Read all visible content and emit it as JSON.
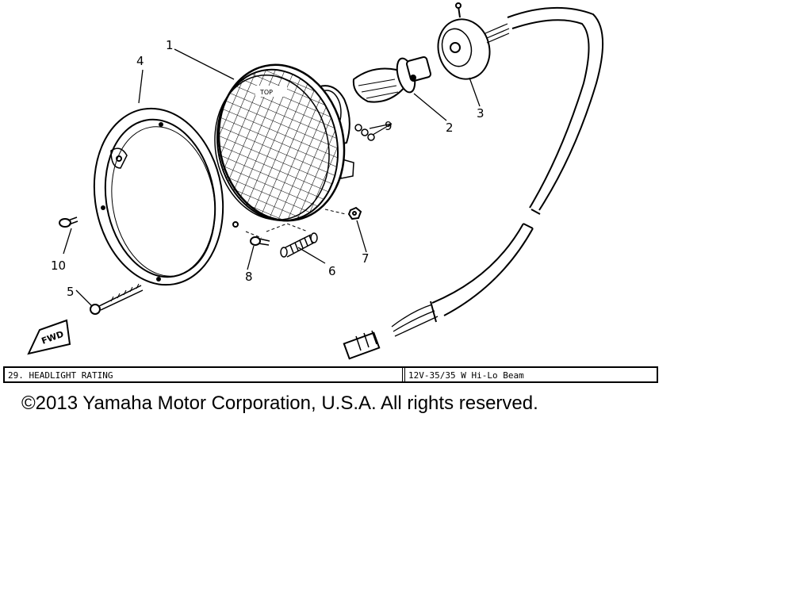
{
  "diagram": {
    "callouts": {
      "p1": "1",
      "p2": "2",
      "p3": "3",
      "p4": "4",
      "p5": "5",
      "p6": "6",
      "p7": "7",
      "p8": "8",
      "p9": "9",
      "p10": "10"
    },
    "lens_mark": "TOP",
    "fwd_mark": "FWD"
  },
  "spec": {
    "label": "29.  HEADLIGHT RATING",
    "value": "12V-35/35 W Hi-Lo Beam"
  },
  "copyright": "©2013 Yamaha Motor Corporation, U.S.A. All rights reserved."
}
